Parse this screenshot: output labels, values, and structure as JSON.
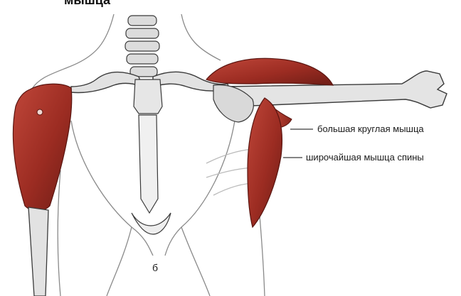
{
  "figure": {
    "top_caption_partial": "мышца",
    "panel_letter": "б",
    "labels": [
      {
        "id": "teres-major",
        "text": "большая круглая мышца"
      },
      {
        "id": "latissimus-dorsi",
        "text": "широчайшая мышца спины"
      }
    ]
  },
  "colors": {
    "muscle": "#a8352a",
    "muscle_dark": "#6e1d16",
    "bone": "#dcdcdc",
    "outline": "#3a3a3a",
    "sketch": "#8a8a8a"
  }
}
